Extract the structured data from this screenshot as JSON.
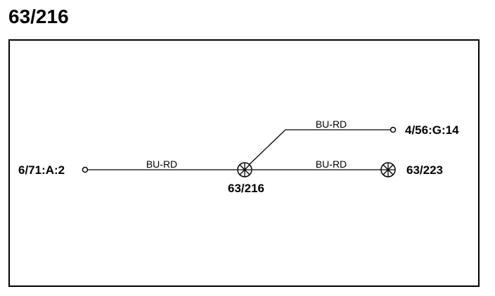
{
  "title": "63/216",
  "wires": {
    "left": {
      "label": "BU-RD"
    },
    "upper_right": {
      "label": "BU-RD"
    },
    "lower_right": {
      "label": "BU-RD"
    }
  },
  "nodes": {
    "left_terminal": {
      "label": "6/71:A:2",
      "icon": "open-circle-terminal-icon"
    },
    "center_splice": {
      "label": "63/216",
      "icon": "splice-icon"
    },
    "upper_right_terminal": {
      "label": "4/56:G:14",
      "icon": "open-circle-terminal-icon"
    },
    "right_splice": {
      "label": "63/223",
      "icon": "splice-icon"
    }
  },
  "colors": {
    "line": "#000000",
    "background": "#ffffff"
  }
}
